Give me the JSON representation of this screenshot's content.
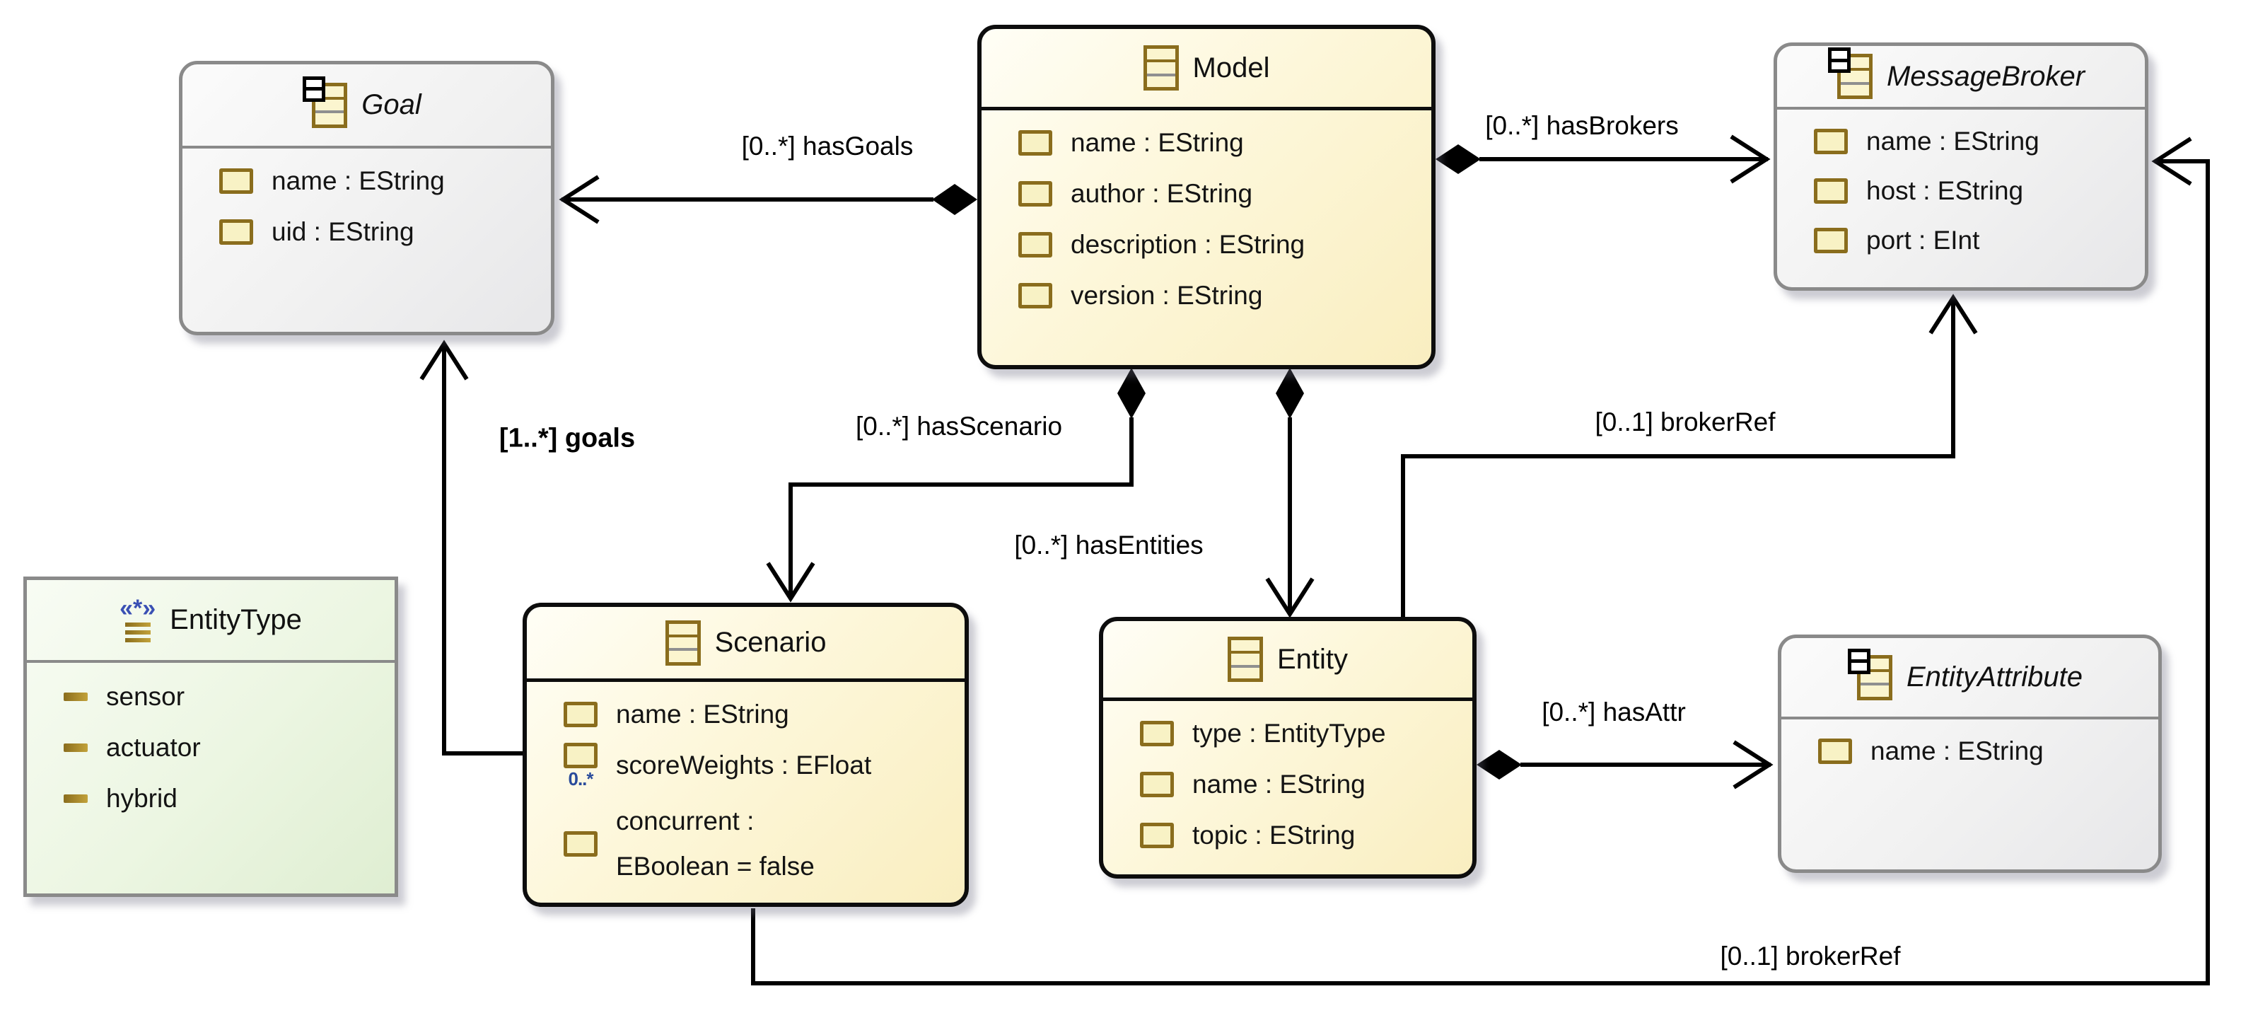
{
  "diagram": {
    "colors": {
      "class_fill": "#fbf3c8",
      "abstract_fill": "#efefef",
      "enum_fill": "#e6f1da",
      "edge_color": "#000000",
      "attr_icon_border": "#8a6d1d",
      "multiplicity_badge_blue": "#2a4b9b",
      "gray_border": "#8a8a8a",
      "black_border": "#0d0d0d"
    },
    "classes": {
      "goal": {
        "title": "Goal",
        "abstract": true,
        "attributes": [
          {
            "text": "name : EString"
          },
          {
            "text": "uid : EString"
          }
        ]
      },
      "model": {
        "title": "Model",
        "abstract": false,
        "attributes": [
          {
            "text": "name : EString"
          },
          {
            "text": "author : EString"
          },
          {
            "text": "description : EString"
          },
          {
            "text": "version : EString"
          }
        ]
      },
      "messageBroker": {
        "title": "MessageBroker",
        "abstract": true,
        "attributes": [
          {
            "text": "name : EString"
          },
          {
            "text": "host : EString"
          },
          {
            "text": "port : EInt"
          }
        ]
      },
      "entityType": {
        "title": "EntityType",
        "kind": "enum",
        "literals": [
          {
            "text": "sensor"
          },
          {
            "text": "actuator"
          },
          {
            "text": "hybrid"
          }
        ]
      },
      "scenario": {
        "title": "Scenario",
        "abstract": false,
        "attributes": [
          {
            "text": "name : EString"
          },
          {
            "text": "scoreWeights : EFloat",
            "badge": "0..*"
          },
          {
            "text": "concurrent :",
            "text2": "EBoolean = false"
          }
        ]
      },
      "entity": {
        "title": "Entity",
        "abstract": false,
        "attributes": [
          {
            "text": "type : EntityType"
          },
          {
            "text": "name : EString"
          },
          {
            "text": "topic : EString"
          }
        ]
      },
      "entityAttribute": {
        "title": "EntityAttribute",
        "abstract": true,
        "attributes": [
          {
            "text": "name : EString"
          }
        ]
      }
    },
    "edges": {
      "hasGoals": {
        "label": "[0..*] hasGoals",
        "from": "Model",
        "to": "Goal"
      },
      "hasBrokers": {
        "label": "[0..*] hasBrokers",
        "from": "Model",
        "to": "MessageBroker"
      },
      "hasScenario": {
        "label": "[0..*] hasScenario",
        "from": "Model",
        "to": "Scenario"
      },
      "hasEntities": {
        "label": "[0..*] hasEntities",
        "from": "Model",
        "to": "Entity"
      },
      "goals": {
        "label": "[1..*] goals",
        "from": "Scenario",
        "to": "Goal"
      },
      "brokerRefEntity": {
        "label": "[0..1] brokerRef",
        "from": "Entity",
        "to": "MessageBroker"
      },
      "brokerRefScenario": {
        "label": "[0..1] brokerRef",
        "from": "Scenario",
        "to": "MessageBroker"
      },
      "hasAttr": {
        "label": "[0..*] hasAttr",
        "from": "Entity",
        "to": "EntityAttribute"
      }
    }
  }
}
